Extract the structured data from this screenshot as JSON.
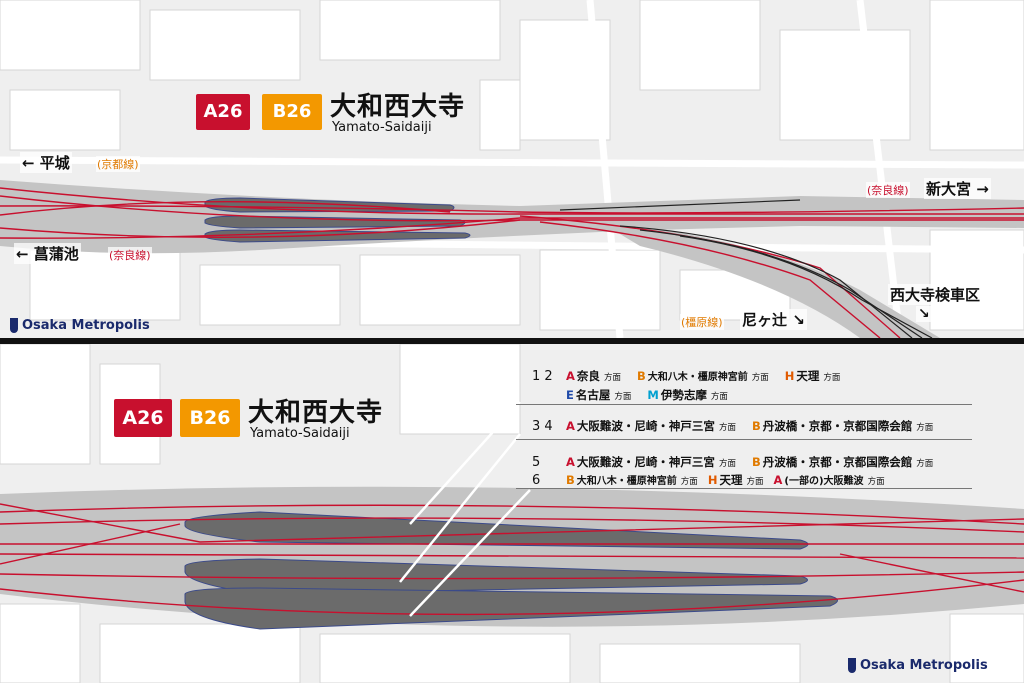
{
  "station": {
    "codes": [
      {
        "code": "A26",
        "color": "#c8102e"
      },
      {
        "code": "B26",
        "color": "#f39800"
      }
    ],
    "name_jp": "大和西大寺",
    "name_en": "Yamato-Saidaiji"
  },
  "top_map": {
    "directions": {
      "heijo": {
        "text": "← 平城",
        "line": "(京都線)"
      },
      "ayameike": {
        "text": "← 菖蒲池",
        "line": "(奈良線)"
      },
      "shin_omiya": {
        "text": "新大宮 →",
        "line": "(奈良線)"
      },
      "amagatsuji": {
        "text": "尼ヶ辻 ↘",
        "line": "(橿原線)"
      },
      "depot": {
        "text": "西大寺検車区",
        "arrow": "↘"
      }
    }
  },
  "platforms": [
    {
      "num": "1 2",
      "items": [
        {
          "code": "A",
          "dest": "奈良",
          "suffix": "方面"
        },
        {
          "code": "B",
          "dest": "大和八木・橿原神宮前",
          "suffix": "方面"
        },
        {
          "code": "H",
          "dest": "天理",
          "suffix": "方面"
        }
      ]
    },
    {
      "num": "",
      "items": [
        {
          "code": "E",
          "dest": "名古屋",
          "suffix": "方面"
        },
        {
          "code": "M",
          "dest": "伊勢志摩",
          "suffix": "方面"
        }
      ]
    },
    {
      "num": "3 4",
      "items": [
        {
          "code": "A",
          "dest": "大阪難波・尼崎・神戸三宮",
          "suffix": "方面"
        },
        {
          "code": "B",
          "dest": "丹波橋・京都・京都国際会館",
          "suffix": "方面"
        }
      ]
    },
    {
      "num": "5",
      "items": [
        {
          "code": "A",
          "dest": "大阪難波・尼崎・神戸三宮",
          "suffix": "方面"
        },
        {
          "code": "B",
          "dest": "丹波橋・京都・京都国際会館",
          "suffix": "方面"
        }
      ]
    },
    {
      "num": "6",
      "items": [
        {
          "code": "B",
          "dest": "大和八木・橿原神宮前",
          "suffix": "方面"
        },
        {
          "code": "H",
          "dest": "天理",
          "suffix": "方面"
        },
        {
          "code": "A",
          "dest": "(一部の)大阪難波",
          "suffix": "方面"
        }
      ]
    }
  ],
  "brand": "Osaka Metropolis",
  "colors": {
    "line_red": "#c8102e",
    "line_orange": "#f39800",
    "platform": "#6b6b6b",
    "track_bed": "#c4c4c4",
    "brand": "#1a2a6c"
  }
}
